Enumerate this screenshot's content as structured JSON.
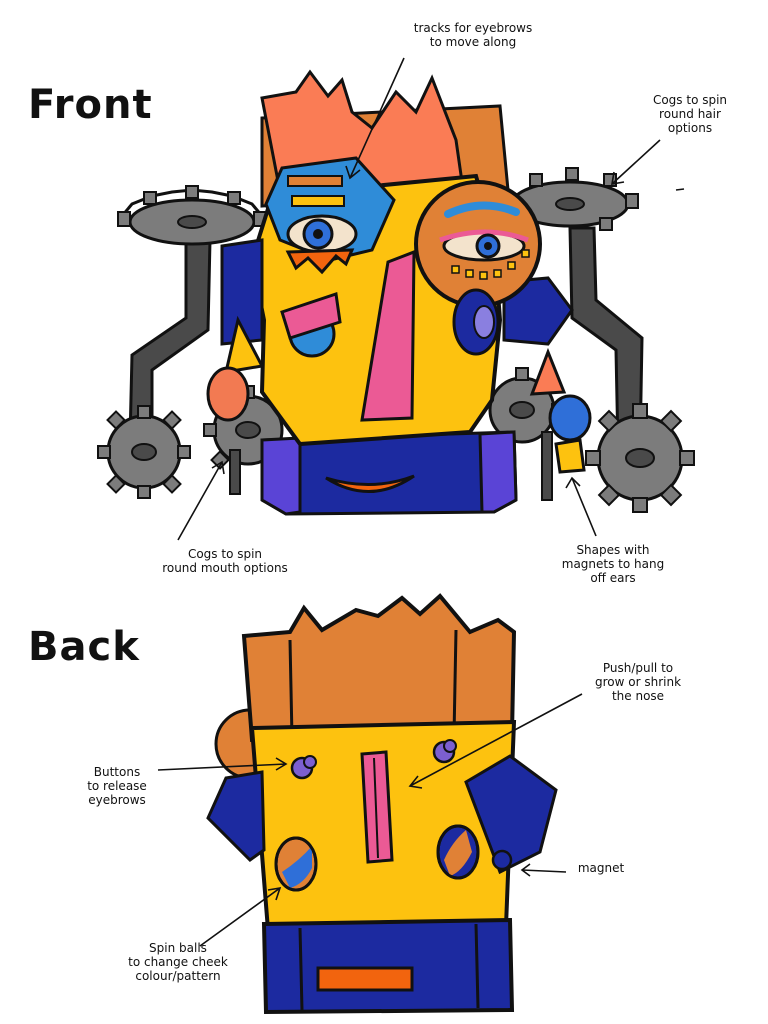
{
  "headings": {
    "front": "Front",
    "back": "Back"
  },
  "annotations": {
    "eyebrow_tracks": "tracks for eyebrows\nto move along",
    "hair_cogs": "Cogs to spin\nround hair\noptions",
    "mouth_cogs": "Cogs to spin\nround mouth options",
    "ear_magnets": "Shapes with\nmagnets to hang\noff ears",
    "nose_push_pull": "Push/pull to\ngrow or shrink\nthe nose",
    "eyebrow_buttons": "Buttons\nto release\neyebrows",
    "magnet": "magnet",
    "cheek_balls": "Spin balls\nto change cheek\ncolour/pattern"
  },
  "colors": {
    "outline": "#111111",
    "face_yellow": "#FDC20F",
    "hair_orange": "#E08136",
    "hair_salmon": "#FA7C55",
    "base_blue": "#1C2AA0",
    "base_purple": "#5A44D6",
    "cog_grey": "#7C7C7C",
    "arm_grey": "#4A4A4A",
    "nose_pink": "#EB5A95",
    "eye_blue": "#2F6FD8",
    "light_blue": "#2F8CD8",
    "mouth_orange": "#F2640E",
    "cheek_salmon": "#F27A52"
  }
}
